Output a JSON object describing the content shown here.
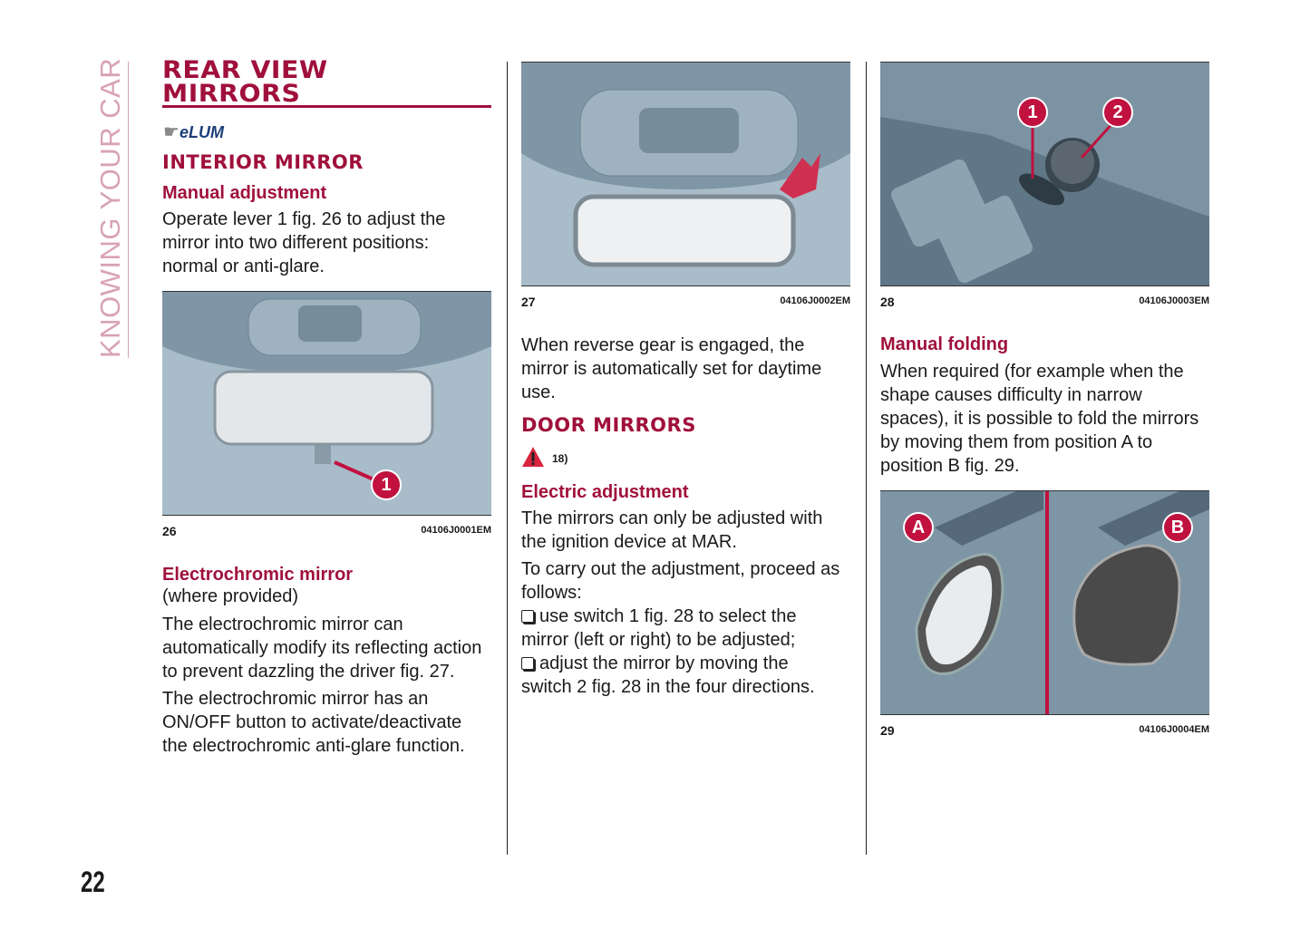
{
  "side_title": "KNOWING YOUR CAR",
  "page_number": "22",
  "col1": {
    "title": "REAR VIEW MIRRORS",
    "elum_icon": "eLUM",
    "section": "INTERIOR MIRROR",
    "manual_heading": "Manual adjustment",
    "manual_text": "Operate lever 1 fig. 26 to adjust the mirror into two different positions: normal or anti-glare.",
    "fig": {
      "number": "26",
      "code": "04106J0001EM",
      "callout": "1"
    },
    "electro_heading": "Electrochromic mirror",
    "electro_note": "(where provided)",
    "electro_p1": "The electrochromic mirror can automatically modify its reflecting action to prevent dazzling the driver fig. 27.",
    "electro_p2": "The electrochromic mirror has an ON/OFF button to activate/deactivate the electrochromic anti-glare function."
  },
  "col2": {
    "fig": {
      "number": "27",
      "code": "04106J0002EM"
    },
    "reverse_text": "When reverse gear is engaged, the mirror is automatically set for daytime use.",
    "section": "DOOR MIRRORS",
    "warning_ref": "18)",
    "electric_heading": "Electric adjustment",
    "electric_p1": "The mirrors can only be adjusted with the ignition device at MAR.",
    "electric_p2": "To carry out the adjustment, proceed as follows:",
    "bullets": [
      "use switch 1 fig. 28 to select the mirror (left or right) to be adjusted;",
      "adjust the mirror by moving the switch 2 fig. 28 in the four directions."
    ]
  },
  "col3": {
    "fig28": {
      "number": "28",
      "code": "04106J0003EM",
      "callouts": [
        "1",
        "2"
      ]
    },
    "folding_heading": "Manual folding",
    "folding_text": "When required (for example when the shape causes difficulty in narrow spaces), it is possible to fold the mirrors by moving them from position A to position B fig. 29.",
    "fig29": {
      "number": "29",
      "code": "04106J0004EM",
      "callouts": [
        "A",
        "B"
      ]
    }
  },
  "colors": {
    "accent": "#a0103c",
    "side": "#d8a3b2"
  }
}
